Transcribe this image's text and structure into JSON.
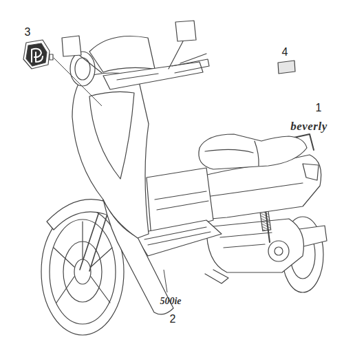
{
  "diagram": {
    "labels": [
      "3",
      "4",
      "1",
      "beverly",
      "500ie",
      "2"
    ]
  }
}
